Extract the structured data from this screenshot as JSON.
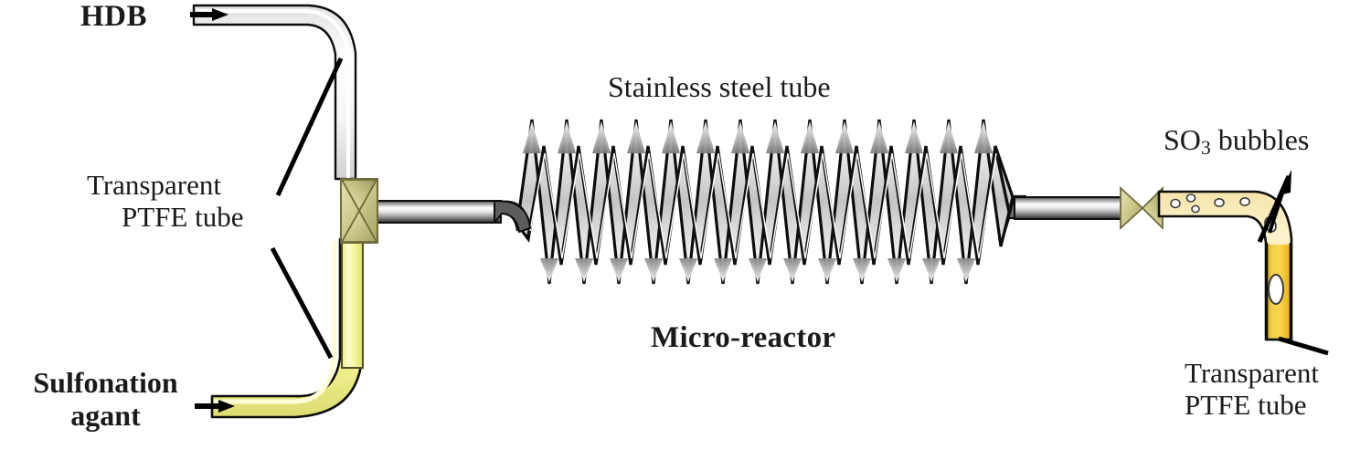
{
  "figure": {
    "title": "Continuous-flow micro-reactor sulfonation setup schematic",
    "background_color": "#ffffff"
  },
  "labels": {
    "hdb": "HDB",
    "transparent_left_line1": "Transparent",
    "transparent_left_line2": "PTFE tube",
    "sulfonation_line1": "Sulfonation",
    "sulfonation_line2": "agant",
    "stainless_steel_tube": "Stainless steel tube",
    "micro_reactor": "Micro-reactor",
    "so3_bubbles_prefix": "SO",
    "so3_bubbles_subscript": "3",
    "so3_bubbles_suffix": " bubbles",
    "transparent_right_line1": "Transparent",
    "transparent_right_line2": "PTFE tube"
  },
  "colors": {
    "tube_clear_fill": "#f2f2f2",
    "tube_clear_highlight": "#ffffff",
    "tube_yellow_fill": "#f7f79a",
    "tube_yellow_highlight": "#fdfdd2",
    "tube_yellow_edge": "#6f6f33",
    "tube_outlet_fill": "#f0c020",
    "tube_outlet_highlight": "#fbe79a",
    "connector_khaki": "#ccc98e",
    "connector_khaki_dark": "#a9a569",
    "steel_light": "#fbfbfb",
    "steel_mid": "#b9b9b9",
    "steel_dark": "#4a4a4a",
    "coil_gray_dark": "#6d6d6d",
    "coil_gray_light": "#f4f4f4",
    "outline": "#000000",
    "text": "#1a1a1a"
  },
  "components": {
    "hdb_inlet": {
      "name": "HDB transparent PTFE inlet tube",
      "flow_arrow": "right-arrow"
    },
    "sulfonation_inlet": {
      "name": "Sulfonation agent transparent PTFE inlet tube",
      "flow_arrow": "right-arrow"
    },
    "tee_junction": {
      "name": "T-junction mixer connector",
      "shape": "bowtie"
    },
    "stainless_inlet_tube": {
      "name": "Stainless steel connecting tube (inlet side)"
    },
    "coil": {
      "name": "Stainless steel coiled micro-reactor",
      "peak_count": 14,
      "shape": "zigzag-helix"
    },
    "stainless_outlet_tube": {
      "name": "Stainless steel connecting tube (outlet side)"
    },
    "outlet_connector": {
      "name": "Outlet bowtie connector",
      "shape": "bowtie"
    },
    "outlet_tube": {
      "name": "Outlet transparent PTFE tube with SO3 bubbles",
      "bubble_count": 9
    }
  }
}
